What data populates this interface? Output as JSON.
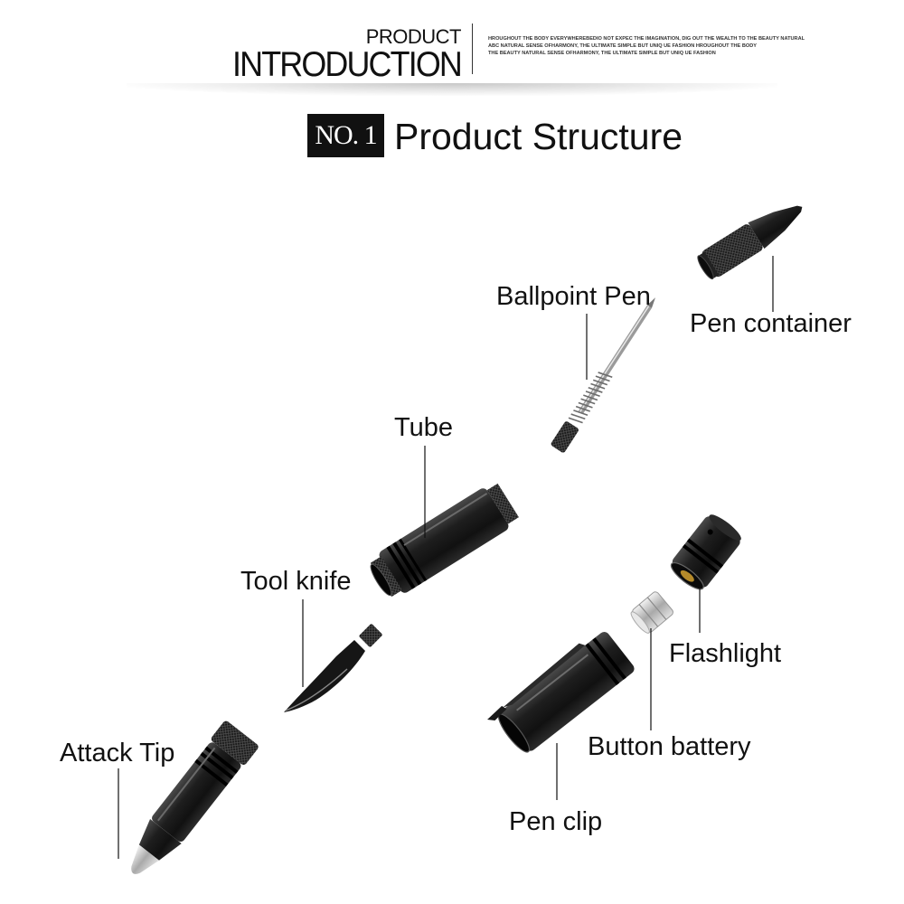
{
  "header": {
    "small_title": "PRODUCT",
    "big_title": "INTRODUCTION",
    "tagline_lines": [
      "HROUGHOUT THE BODY EVERYWHEREBEDIO NOT EXPEC THE IMAGINATION, DIG OUT THE WEALTH TO THE BEAUTY NATURAL",
      "ABC NATURAL SENSE OFHARMONY, THE ULTIMATE SIMPLE BUT UNIQ UE FASHION HROUGHOUT THE BODY",
      "THE BEAUTY NATURAL SENSE OFHARMONY, THE ULTIMATE SIMPLE BUT UNIQ UE FASHION"
    ]
  },
  "section": {
    "badge": "NO. 1",
    "title": "Product Structure"
  },
  "labels": {
    "ballpoint_pen": "Ballpoint Pen",
    "pen_container": "Pen container",
    "tube": "Tube",
    "tool_knife": "Tool knife",
    "flashlight": "Flashlight",
    "button_battery": "Button battery",
    "attack_tip": "Attack Tip",
    "pen_clip": "Pen clip"
  },
  "colors": {
    "metal_black": "#1a1a1a",
    "metal_highlight": "#5a5a5a",
    "steel": "#c8c8c8",
    "leader_line": "#111111"
  }
}
